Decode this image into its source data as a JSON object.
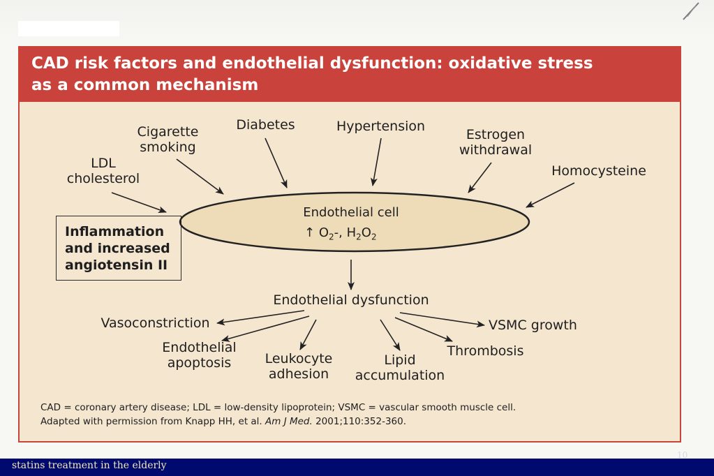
{
  "slide": {
    "footer_text": "statins treatment in the elderly",
    "page_number": "10"
  },
  "figure": {
    "title": "CAD risk factors and endothelial dysfunction: oxidative stress\nas a common mechanism",
    "box_label": "Inflammation\nand increased\nangiotensin II",
    "ellipse_label": "Endothelial cell",
    "ellipse_species": "O2-, H2O2",
    "center_label": "Endothelial dysfunction",
    "risk_factors": [
      {
        "label": "LDL\ncholesterol"
      },
      {
        "label": "Cigarette\nsmoking"
      },
      {
        "label": "Diabetes"
      },
      {
        "label": "Hypertension"
      },
      {
        "label": "Estrogen\nwithdrawal"
      },
      {
        "label": "Homocysteine"
      }
    ],
    "consequences": [
      {
        "label": "Vasoconstriction"
      },
      {
        "label": "Endothelial\napoptosis"
      },
      {
        "label": "Leukocyte\nadhesion"
      },
      {
        "label": "Lipid\naccumulation"
      },
      {
        "label": "Thrombosis"
      },
      {
        "label": "VSMC growth"
      }
    ],
    "footnote_line1": "CAD = coronary artery disease; LDL = low-density lipoprotein; VSMC = vascular smooth muscle cell.",
    "footnote_line2_prefix": "Adapted with permission from Knapp HH, et al. ",
    "footnote_line2_journal": "Am J Med.",
    "footnote_line2_suffix": " 2001;110:352-360."
  },
  "colors": {
    "header_red": "#c9423b",
    "panel_beige": "#f5e6d0",
    "ellipse_fill": "#eedcb8",
    "footer_navy": "#000a6e",
    "footer_text": "#f1e7b4"
  }
}
